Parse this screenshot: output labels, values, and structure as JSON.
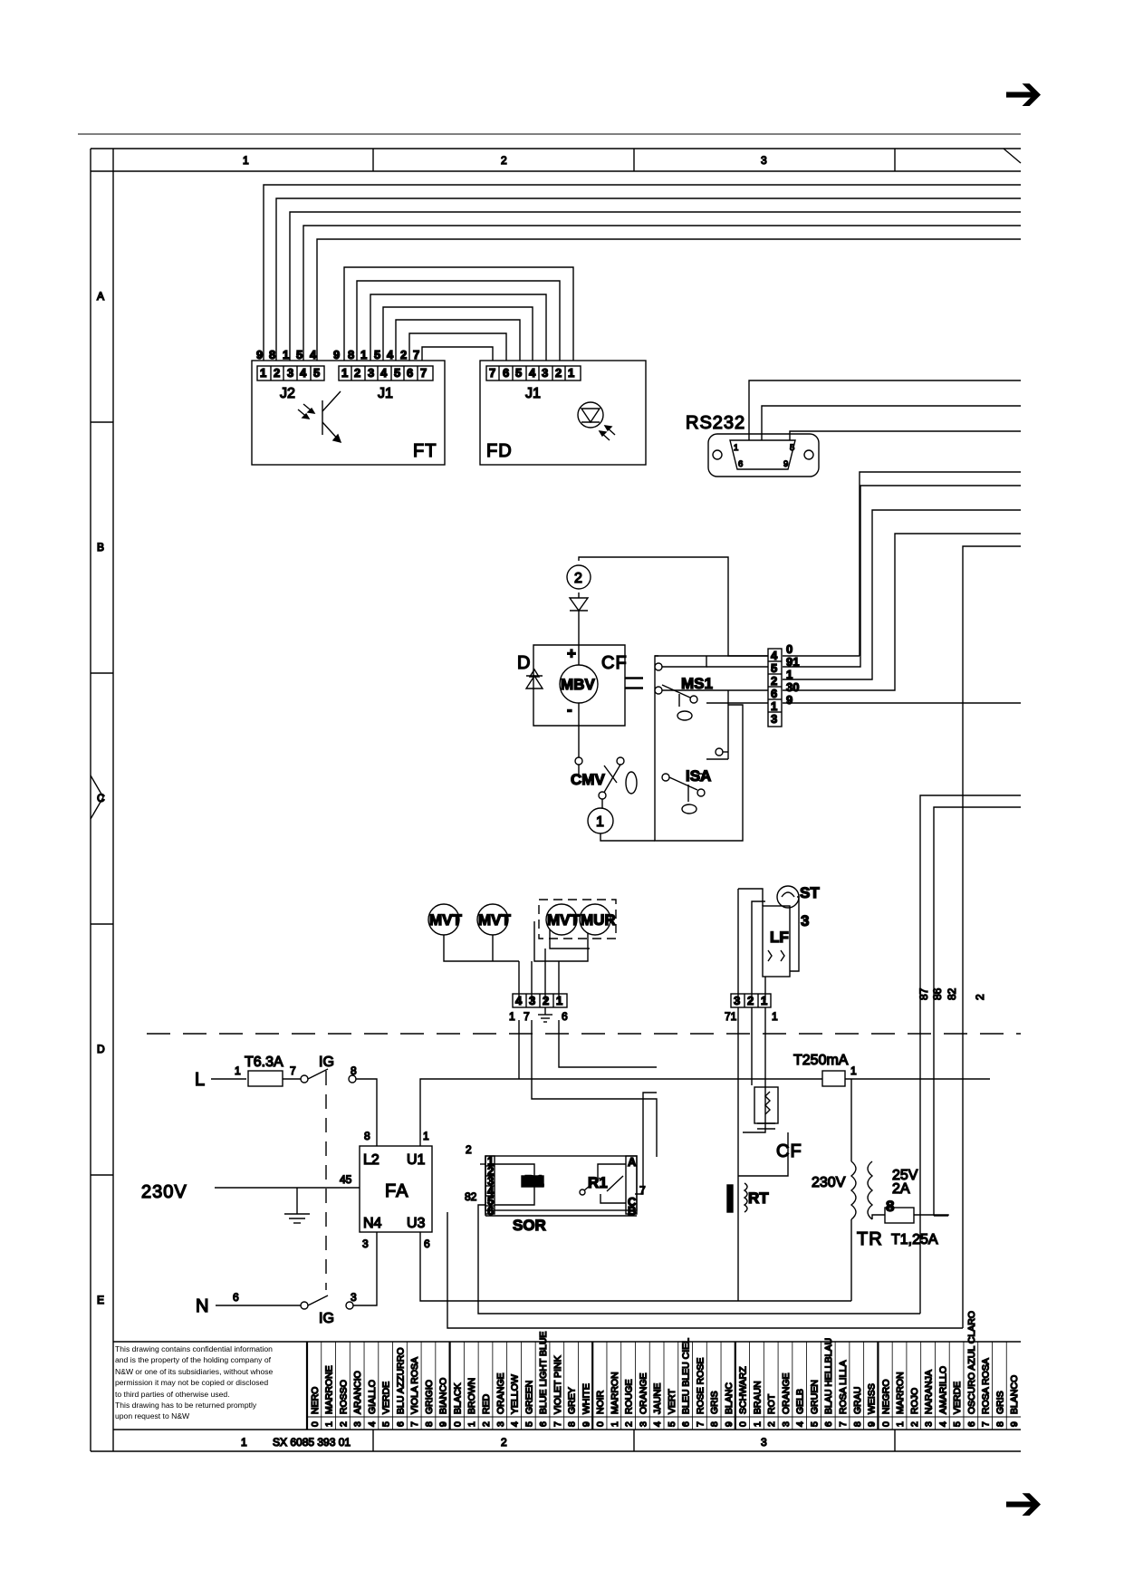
{
  "page": {
    "arrow_glyph": "➔"
  },
  "grid": {
    "columns": [
      "1",
      "2",
      "3"
    ],
    "rows": [
      "A",
      "B",
      "C",
      "D",
      "E"
    ]
  },
  "title_block": {
    "confidential_lines": [
      "This drawing contains confidential information",
      "and is the property of the holding company of",
      "N&W or one of its subsidiaries, without whose",
      "permission it may not be copied or disclosed",
      "to third parties of otherwise used.",
      "This drawing has to be returned promptly",
      "upon request to N&W"
    ],
    "sheet_col": "1",
    "drawing_number": "SX 6085 393 01",
    "col2": "2",
    "col3": "3"
  },
  "color_legend": [
    {
      "code": "0",
      "name": "NERO"
    },
    {
      "code": "1",
      "name": "MARRONE"
    },
    {
      "code": "2",
      "name": "ROSSO"
    },
    {
      "code": "3",
      "name": "ARANCIO"
    },
    {
      "code": "4",
      "name": "GIALLO"
    },
    {
      "code": "5",
      "name": "VERDE"
    },
    {
      "code": "6",
      "name": "BLU AZZURRO"
    },
    {
      "code": "7",
      "name": "VIOLA ROSA"
    },
    {
      "code": "8",
      "name": "GRIGIO"
    },
    {
      "code": "9",
      "name": "BIANCO"
    },
    {
      "code": "0",
      "name": "BLACK"
    },
    {
      "code": "1",
      "name": "BROWN"
    },
    {
      "code": "2",
      "name": "RED"
    },
    {
      "code": "3",
      "name": "ORANGE"
    },
    {
      "code": "4",
      "name": "YELLOW"
    },
    {
      "code": "5",
      "name": "GREEN"
    },
    {
      "code": "6",
      "name": "BLUE LIGHT BLUE"
    },
    {
      "code": "7",
      "name": "VIOLET PINK"
    },
    {
      "code": "8",
      "name": "GREY"
    },
    {
      "code": "9",
      "name": "WHITE"
    },
    {
      "code": "0",
      "name": "NOIR"
    },
    {
      "code": "1",
      "name": "MARRON"
    },
    {
      "code": "2",
      "name": "ROUGE"
    },
    {
      "code": "3",
      "name": "ORANGE"
    },
    {
      "code": "4",
      "name": "JAUNE"
    },
    {
      "code": "5",
      "name": "VERT"
    },
    {
      "code": "6",
      "name": "BLEU BLEU CIEL"
    },
    {
      "code": "7",
      "name": "ROSE ROSE"
    },
    {
      "code": "8",
      "name": "GRIS"
    },
    {
      "code": "9",
      "name": "BLANC"
    },
    {
      "code": "0",
      "name": "SCHWARZ"
    },
    {
      "code": "1",
      "name": "BRAUN"
    },
    {
      "code": "2",
      "name": "ROT"
    },
    {
      "code": "3",
      "name": "ORANGE"
    },
    {
      "code": "4",
      "name": "GELB"
    },
    {
      "code": "5",
      "name": "GRUEN"
    },
    {
      "code": "6",
      "name": "BLAU HELLBLAU"
    },
    {
      "code": "7",
      "name": "ROSA LILLA"
    },
    {
      "code": "8",
      "name": "GRAU"
    },
    {
      "code": "9",
      "name": "WEISS"
    },
    {
      "code": "0",
      "name": "NEGRO"
    },
    {
      "code": "1",
      "name": "MARRON"
    },
    {
      "code": "2",
      "name": "ROJO"
    },
    {
      "code": "3",
      "name": "NARANJA"
    },
    {
      "code": "4",
      "name": "AMARILLO"
    },
    {
      "code": "5",
      "name": "VERDE"
    },
    {
      "code": "6",
      "name": "OSCURO AZUL CLARO"
    },
    {
      "code": "7",
      "name": "ROSA ROSA"
    },
    {
      "code": "8",
      "name": "GRIS"
    },
    {
      "code": "9",
      "name": "BLANCO"
    }
  ],
  "components": {
    "ft": {
      "label": "FT",
      "j2": "J2",
      "j1": "J1",
      "j2_wires": [
        "9",
        "8",
        "1",
        "5",
        "4"
      ],
      "j2_pins": [
        "1",
        "2",
        "3",
        "4",
        "5"
      ],
      "j1_wires": [
        "9",
        "8",
        "1",
        "5",
        "4",
        "2",
        "7"
      ],
      "j1_pins": [
        "1",
        "2",
        "3",
        "4",
        "5",
        "6",
        "7"
      ]
    },
    "fd": {
      "label": "FD",
      "j1": "J1",
      "pins": [
        "7",
        "6",
        "5",
        "4",
        "3",
        "2",
        "1"
      ]
    },
    "rs232": {
      "label": "RS232",
      "pin1": "1",
      "pin5": "5",
      "pin6": "6",
      "pin9": "9"
    },
    "motor_block": {
      "mbv": "MBV",
      "cf": "CF",
      "diode": "D",
      "plus": "+",
      "minus": "-",
      "ms1": "MS1",
      "isa": "ISA",
      "cmv": "CMV",
      "node1": "1",
      "node2": "2"
    },
    "terminal_strip": {
      "pins": [
        "4",
        "5",
        "2",
        "6",
        "1",
        "3"
      ],
      "wires": [
        "0",
        "91",
        "1",
        "30",
        "9"
      ]
    },
    "fans": {
      "mvt1": "MVT",
      "mvt2": "MVT",
      "mvt3": "MVT",
      "mur": "MUR",
      "conn_pins": [
        "4",
        "3",
        "2",
        "1"
      ],
      "conn_wires_a": "1",
      "conn_wires_b": "7",
      "conn_wires_c": "6"
    },
    "lf": {
      "label": "LF",
      "st": "ST",
      "wire3": "3",
      "conn_pins": [
        "3",
        "2",
        "1"
      ],
      "w71": "71",
      "w1": "1"
    },
    "right_wires": [
      "87",
      "86",
      "82",
      "2"
    ],
    "mains": {
      "L": "L",
      "N": "N",
      "voltage": "230V",
      "fuse": "T6.3A",
      "ig": "IG",
      "ig2": "IG",
      "w1": "1",
      "w7": "7",
      "w8": "8",
      "w6": "6",
      "w3": "3"
    },
    "fa": {
      "label": "FA",
      "l2": "L2",
      "u1": "U1",
      "n4": "N4",
      "u3": "U3",
      "w8": "8",
      "w1": "1",
      "w45": "45",
      "w3": "3",
      "w6": "6"
    },
    "sor": {
      "label": "SOR",
      "r1": "R1",
      "r1b": "R1",
      "pins": [
        "1",
        "2",
        "3",
        "4",
        "5",
        "6"
      ],
      "a": "A",
      "c": "C",
      "b": "B",
      "w2": "2",
      "w82": "82",
      "w7": "7"
    },
    "fuse2": {
      "label": "T250mA",
      "w1": "1"
    },
    "cf2": {
      "label": "CF"
    },
    "rt": {
      "label": "RT"
    },
    "tr": {
      "label": "TR",
      "primary": "230V",
      "secondary": "25V",
      "current": "2A",
      "w8": "8",
      "fuse": "T1,25A"
    }
  }
}
